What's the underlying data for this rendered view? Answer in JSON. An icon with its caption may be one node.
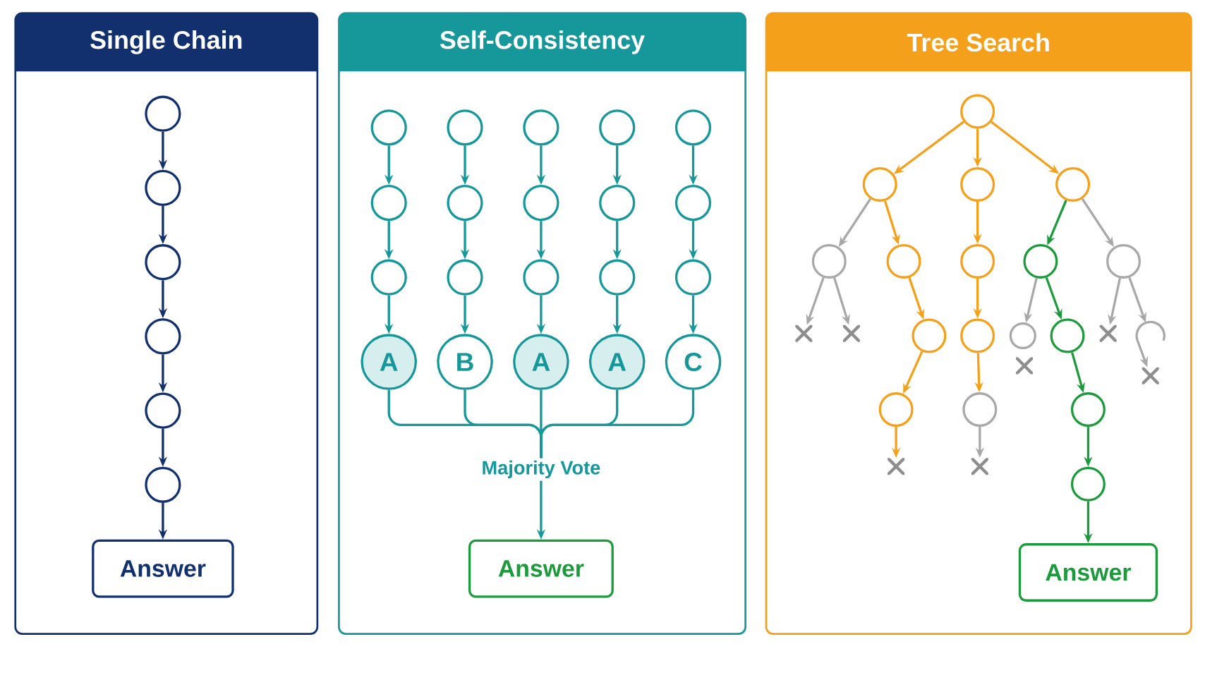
{
  "diagram": {
    "nodes": [
      {
        "text": [
          "Single Chain"
        ]
      },
      {
        "text": [],
        "shape": "circle",
        "in": 0
      },
      {
        "text": [],
        "shape": "circle",
        "in": 0
      },
      {
        "text": [],
        "shape": "circle",
        "in": 0
      },
      {
        "text": [],
        "shape": "circle",
        "in": 0
      },
      {
        "text": [],
        "shape": "circle",
        "in": 0
      },
      {
        "text": [],
        "shape": "circle",
        "in": 0
      },
      {
        "text": [
          "Answer"
        ],
        "in": 0
      },
      {
        "text": [
          "Self-Consistency"
        ]
      },
      {
        "text": [],
        "shape": "circle",
        "in": 8
      },
      {
        "text": [],
        "shape": "circle",
        "in": 8
      },
      {
        "text": [],
        "shape": "circle",
        "in": 8
      },
      {
        "text": [],
        "shape": "circle",
        "in": 8
      },
      {
        "text": [],
        "shape": "circle",
        "in": 8
      },
      {
        "text": [],
        "shape": "circle",
        "in": 8
      },
      {
        "text": [],
        "shape": "circle",
        "in": 8
      },
      {
        "text": [],
        "shape": "circle",
        "in": 8
      },
      {
        "text": [],
        "shape": "circle",
        "in": 8
      },
      {
        "text": [],
        "shape": "circle",
        "in": 8
      },
      {
        "text": [],
        "shape": "circle",
        "in": 8
      },
      {
        "text": [],
        "shape": "circle",
        "in": 8
      },
      {
        "text": [],
        "shape": "circle",
        "in": 8
      },
      {
        "text": [],
        "shape": "circle",
        "in": 8
      },
      {
        "text": [],
        "shape": "circle",
        "in": 8
      },
      {
        "text": [
          "A"
        ],
        "in": 8
      },
      {
        "text": [
          "B"
        ],
        "in": 8
      },
      {
        "text": [
          "A"
        ],
        "in": 8
      },
      {
        "text": [
          "A"
        ],
        "in": 8
      },
      {
        "text": [
          "C"
        ],
        "in": 8
      },
      {
        "text": [
          "Majority Vote"
        ],
        "in": 8
      },
      {
        "text": [
          "Answer"
        ],
        "in": 8
      },
      {
        "text": [
          "Tree Search"
        ]
      },
      {
        "text": [],
        "shape": "circle",
        "in": 31
      },
      {
        "text": [],
        "shape": "circle",
        "in": 31
      },
      {
        "text": [],
        "shape": "circle",
        "in": 31
      },
      {
        "text": [],
        "shape": "circle",
        "in": 31
      },
      {
        "text": [],
        "shape": "circle",
        "in": 31
      },
      {
        "text": [],
        "shape": "circle",
        "in": 31
      },
      {
        "text": [],
        "shape": "circle",
        "in": 31
      },
      {
        "text": [],
        "shape": "circle",
        "in": 31
      },
      {
        "text": [],
        "shape": "circle",
        "in": 31
      },
      {
        "text": [],
        "shape": "cross",
        "in": 31
      },
      {
        "text": [],
        "shape": "cross",
        "in": 31
      },
      {
        "text": [],
        "shape": "circle",
        "in": 31
      },
      {
        "text": [],
        "shape": "circle",
        "in": 31
      },
      {
        "text": [],
        "shape": "circle",
        "in": 31
      },
      {
        "text": [],
        "shape": "circle",
        "in": 31
      },
      {
        "text": [],
        "shape": "cross",
        "in": 31
      },
      {
        "text": [],
        "shape": "arc",
        "in": 31
      },
      {
        "text": [],
        "shape": "cross",
        "in": 31
      },
      {
        "text": [],
        "shape": "cross",
        "in": 31
      },
      {
        "text": [],
        "shape": "circle",
        "in": 31
      },
      {
        "text": [],
        "shape": "circle",
        "in": 31
      },
      {
        "text": [],
        "shape": "circle",
        "in": 31
      },
      {
        "text": [],
        "shape": "cross",
        "in": 31
      },
      {
        "text": [],
        "shape": "cross",
        "in": 31
      },
      {
        "text": [],
        "shape": "circle",
        "in": 31
      },
      {
        "text": [
          "Answer"
        ],
        "in": 31
      }
    ],
    "edges": [
      {
        "from": 1,
        "to": 2,
        "arrow": "to",
        "color": "#13306e"
      },
      {
        "from": 2,
        "to": 3,
        "arrow": "to",
        "color": "#13306e"
      },
      {
        "from": 3,
        "to": 4,
        "arrow": "to",
        "color": "#13306e"
      },
      {
        "from": 4,
        "to": 5,
        "arrow": "to",
        "color": "#13306e"
      },
      {
        "from": 5,
        "to": 6,
        "arrow": "to",
        "color": "#13306e"
      },
      {
        "from": 6,
        "to": 7,
        "arrow": "to",
        "color": "#13306e"
      },
      {
        "from": 9,
        "to": 14,
        "arrow": "to"
      },
      {
        "from": 10,
        "to": 15,
        "arrow": "to"
      },
      {
        "from": 11,
        "to": 16,
        "arrow": "to"
      },
      {
        "from": 12,
        "to": 17,
        "arrow": "to"
      },
      {
        "from": 13,
        "to": 18,
        "arrow": "to"
      },
      {
        "from": 14,
        "to": 19,
        "arrow": "to"
      },
      {
        "from": 15,
        "to": 20,
        "arrow": "to"
      },
      {
        "from": 16,
        "to": 21,
        "arrow": "to"
      },
      {
        "from": 17,
        "to": 22,
        "arrow": "to"
      },
      {
        "from": 18,
        "to": 23,
        "arrow": "to"
      },
      {
        "from": 19,
        "to": 24,
        "arrow": "to"
      },
      {
        "from": 20,
        "to": 25,
        "arrow": "to"
      },
      {
        "from": 21,
        "to": 26,
        "arrow": "to"
      },
      {
        "from": 22,
        "to": 27,
        "arrow": "to"
      },
      {
        "from": 23,
        "to": 28,
        "arrow": "to"
      },
      {
        "from": 24,
        "to": 29,
        "arrow": "none"
      },
      {
        "from": 25,
        "to": 29,
        "arrow": "none"
      },
      {
        "from": 26,
        "to": 29,
        "arrow": "none"
      },
      {
        "from": 27,
        "to": 29,
        "arrow": "none"
      },
      {
        "from": 28,
        "to": 29,
        "arrow": "none"
      },
      {
        "from": 29,
        "to": 30,
        "arrow": "to"
      },
      {
        "from": 32,
        "to": 33,
        "arrow": "to",
        "color": "#f5a01a"
      },
      {
        "from": 32,
        "to": 34,
        "arrow": "to",
        "color": "#f5a01a"
      },
      {
        "from": 32,
        "to": 35,
        "arrow": "to",
        "color": "#f5a01a"
      },
      {
        "from": 33,
        "to": 36,
        "arrow": "to",
        "color": "#a8a8a8"
      },
      {
        "from": 33,
        "to": 37,
        "arrow": "to",
        "color": "#f5a01a"
      },
      {
        "from": 34,
        "to": 38,
        "arrow": "to",
        "color": "#f5a01a"
      },
      {
        "from": 35,
        "to": 39,
        "arrow": "to",
        "color": "#1c9a3c"
      },
      {
        "from": 35,
        "to": 40,
        "arrow": "to",
        "color": "#a8a8a8"
      },
      {
        "from": 36,
        "to": 41,
        "arrow": "to",
        "color": "#a8a8a8"
      },
      {
        "from": 36,
        "to": 42,
        "arrow": "to",
        "color": "#a8a8a8"
      },
      {
        "from": 37,
        "to": 43,
        "arrow": "to",
        "color": "#f5a01a"
      },
      {
        "from": 38,
        "to": 44,
        "arrow": "to",
        "color": "#f5a01a"
      },
      {
        "from": 39,
        "to": 45,
        "arrow": "to",
        "color": "#a8a8a8"
      },
      {
        "from": 39,
        "to": 46,
        "arrow": "to",
        "color": "#1c9a3c"
      },
      {
        "from": 40,
        "to": 47,
        "arrow": "to",
        "color": "#a8a8a8"
      },
      {
        "from": 40,
        "to": 48,
        "arrow": "to",
        "color": "#a8a8a8"
      },
      {
        "from": 48,
        "to": 50,
        "arrow": "to",
        "color": "#a8a8a8"
      },
      {
        "from": 43,
        "to": 51,
        "arrow": "to",
        "color": "#f5a01a"
      },
      {
        "from": 44,
        "to": 52,
        "arrow": "to",
        "color": "#f5a01a"
      },
      {
        "from": 46,
        "to": 53,
        "arrow": "to",
        "color": "#1c9a3c"
      },
      {
        "from": 51,
        "to": 54,
        "arrow": "to",
        "color": "#f5a01a"
      },
      {
        "from": 52,
        "to": 55,
        "arrow": "to",
        "color": "#a8a8a8"
      },
      {
        "from": 53,
        "to": 56,
        "arrow": "to",
        "color": "#1c9a3c"
      },
      {
        "from": 56,
        "to": 57,
        "arrow": "to",
        "color": "#1c9a3c"
      }
    ]
  }
}
